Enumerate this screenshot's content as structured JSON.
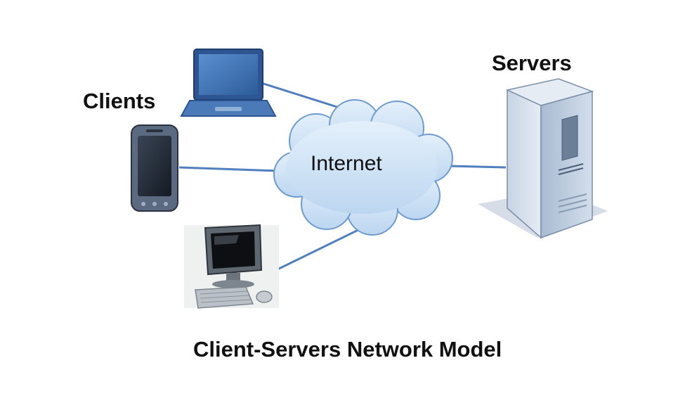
{
  "labels": {
    "clients": "Clients",
    "servers": "Servers",
    "internet": "Internet",
    "caption": "Client-Servers Network Model"
  },
  "nodes": {
    "clients": [
      "laptop",
      "smartphone",
      "desktop-computer"
    ],
    "hub": "internet-cloud",
    "server": "server-tower"
  },
  "connections": [
    {
      "from": "laptop",
      "to": "internet-cloud"
    },
    {
      "from": "smartphone",
      "to": "internet-cloud"
    },
    {
      "from": "desktop-computer",
      "to": "internet-cloud"
    },
    {
      "from": "internet-cloud",
      "to": "server-tower"
    }
  ],
  "colors": {
    "link": "#4f7fbf",
    "cloud_fill": "#cfe4f7",
    "cloud_stroke": "#6e9bd0",
    "device_blue": "#3f6fb0",
    "server_body": "#b9c8dc"
  }
}
